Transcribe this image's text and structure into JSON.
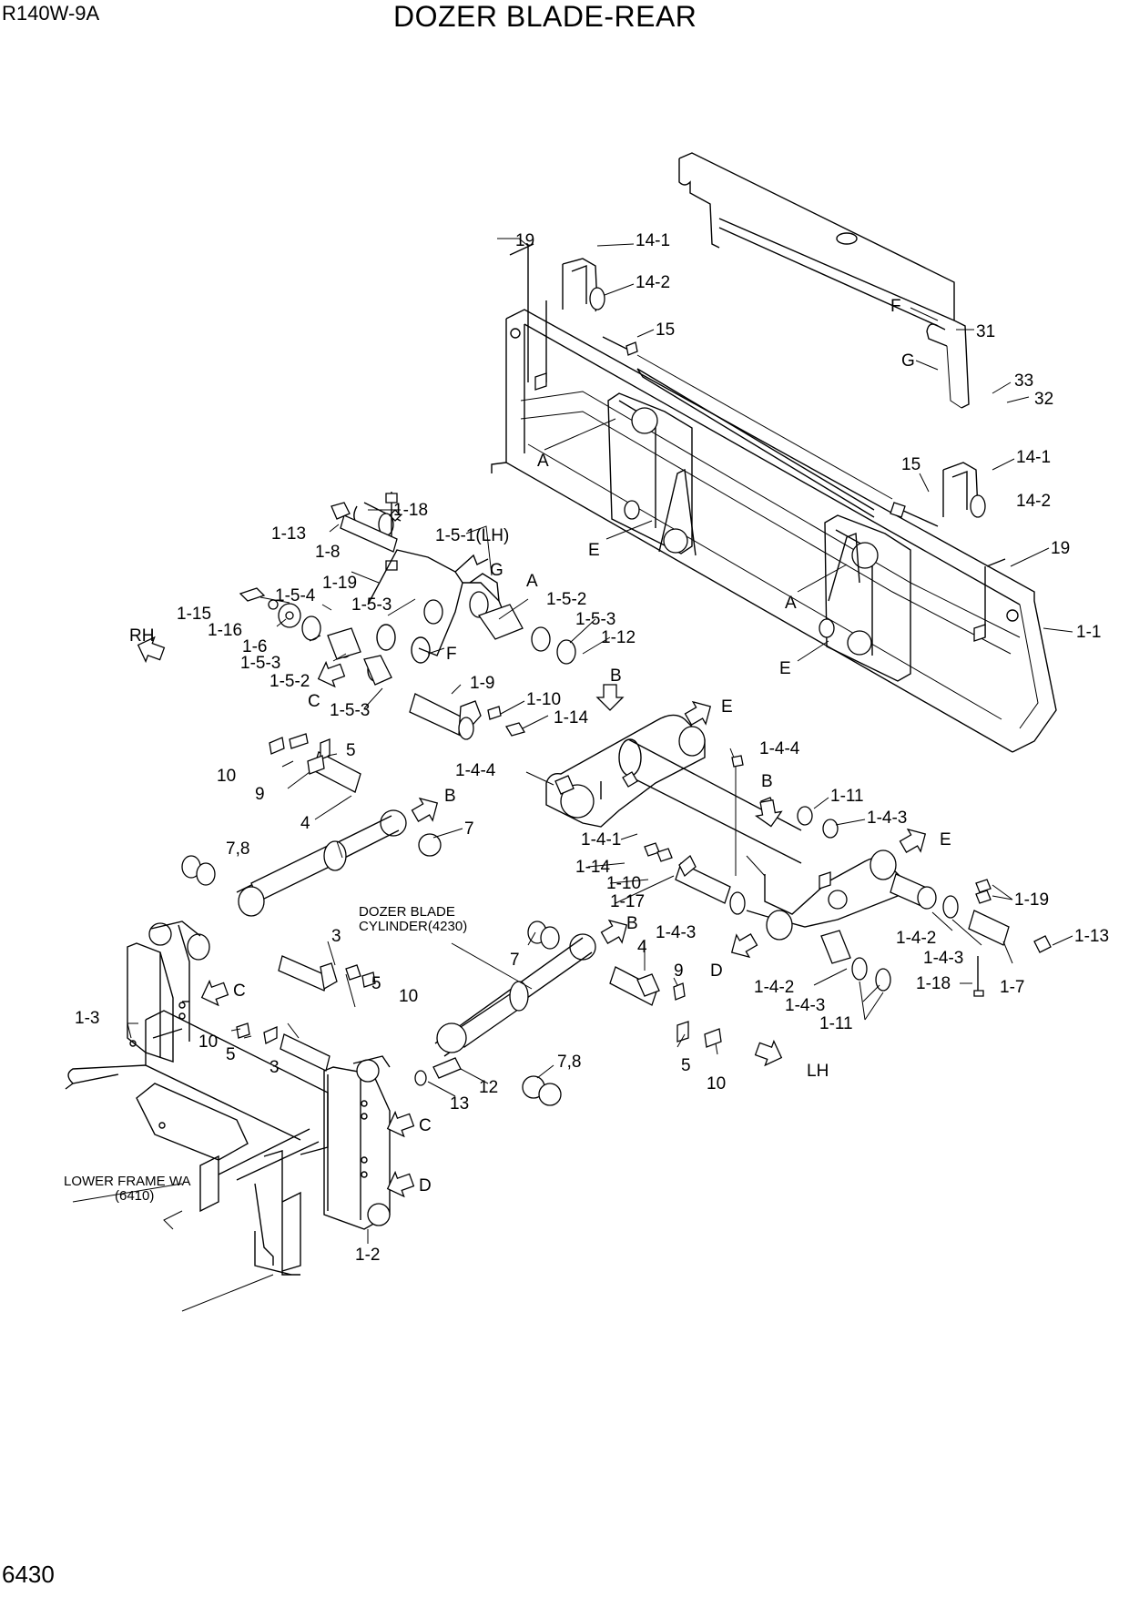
{
  "header": {
    "model": "R140W-9A",
    "title": "DOZER BLADE-REAR"
  },
  "footer": {
    "page_number": "6430"
  },
  "notes": {
    "cylinder_line1": "DOZER BLADE",
    "cylinder_line2": "CYLINDER(4230)",
    "frame_line1": "LOWER FRAME WA",
    "frame_line2": "(6410)"
  },
  "direction_labels": {
    "rh": "RH",
    "lh": "LH"
  },
  "callouts": {
    "p19a": "19",
    "p14_1a": "14-1",
    "p14_2a": "14-2",
    "p15a": "15",
    "p31": "31",
    "refFa": "F",
    "refGa": "G",
    "p33": "33",
    "p32": "32",
    "refAa": "A",
    "p15b": "15",
    "p14_1b": "14-1",
    "p14_2b": "14-2",
    "p19b": "19",
    "refEa": "E",
    "refAb": "A",
    "refEb": "E",
    "p1_1": "1-1",
    "p1_18a": "1-18",
    "p1_13a": "1-13",
    "p1_8": "1-8",
    "p1_5_1": "1-5-1(LH)",
    "refGb": "G",
    "p1_19a": "1-19",
    "refAc": "A",
    "p1_5_3a": "1-5-3",
    "p1_5_2a": "1-5-2",
    "p1_5_3b": "1-5-3",
    "p1_12": "1-12",
    "p1_15": "1-15",
    "p1_5_4": "1-5-4",
    "p1_16": "1-16",
    "p1_6": "1-6",
    "p1_5_3c": "1-5-3",
    "refFb": "F",
    "p1_5_2b": "1-5-2",
    "refCa": "C",
    "p1_5_3d": "1-5-3",
    "p1_9": "1-9",
    "p1_10a": "1-10",
    "p1_14a": "1-14",
    "refBa": "B",
    "refEc": "E",
    "p1_4_4a": "1-4-4",
    "p1_4_4b": "1-4-4",
    "p10a": "10",
    "p5a": "5",
    "p9a": "9",
    "p4a": "4",
    "refBb": "B",
    "p7a": "7",
    "refBc": "B",
    "p1_11a": "1-11",
    "p1_4_3a": "1-4-3",
    "refEd": "E",
    "p1_4_1": "1-4-1",
    "p7_8a": "7,8",
    "p1_14b": "1-14",
    "p1_10b": "1-10",
    "p1_17": "1-17",
    "p1_19b": "1-19",
    "p1_4_3b": "1-4-3",
    "p1_13b": "1-13",
    "p1_4_2a": "1-4-2",
    "p1_4_3c": "1-4-3",
    "refBd": "B",
    "p7b": "7",
    "p4b": "4",
    "p3a": "3",
    "refDa": "D",
    "p9b": "9",
    "p1_18b": "1-18",
    "p1_7": "1-7",
    "p1_4_2b": "1-4-2",
    "p1_4_3d": "1-4-3",
    "p1_11b": "1-11",
    "refCb": "C",
    "p5b": "5",
    "p10b": "10",
    "p1_3": "1-3",
    "p10c": "10",
    "p5c": "5",
    "p3b": "3",
    "p7_8b": "7,8",
    "p12": "12",
    "p13": "13",
    "p5d": "5",
    "p10d": "10",
    "refCc": "C",
    "refDb": "D",
    "p1_2": "1-2"
  }
}
